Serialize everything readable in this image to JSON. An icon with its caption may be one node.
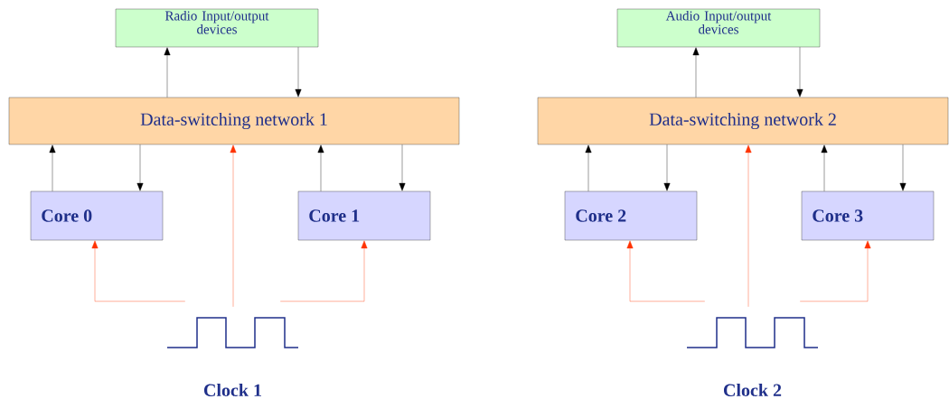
{
  "diagram": {
    "nodes": [
      {
        "text": [
          "Radio Input/output devices"
        ]
      },
      {
        "text": [
          "Data-switching network 1"
        ]
      },
      {
        "text": [
          "Core 0"
        ]
      },
      {
        "text": [
          "Core 1"
        ]
      },
      {
        "text": [],
        "shape": "picture",
        "beside": [
          "Clock 1"
        ]
      },
      {
        "text": [
          "Audio Input/output devices"
        ]
      },
      {
        "text": [
          "Data-switching network 2"
        ]
      },
      {
        "text": [
          "Core 2"
        ]
      },
      {
        "text": [
          "Core 3"
        ]
      },
      {
        "text": [],
        "shape": "picture",
        "beside": [
          "Clock 2"
        ]
      }
    ],
    "edges": [
      {
        "from": 1,
        "to": 0,
        "arrow": "to"
      },
      {
        "from": 0,
        "to": 1,
        "arrow": "to"
      },
      {
        "from": 2,
        "to": 1,
        "arrow": "to"
      },
      {
        "from": 1,
        "to": 2,
        "arrow": "to"
      },
      {
        "from": 3,
        "to": 1,
        "arrow": "to"
      },
      {
        "from": 1,
        "to": 3,
        "arrow": "to"
      },
      {
        "from": 4,
        "to": 1,
        "arrow": "to",
        "color": "#ff3300"
      },
      {
        "from": 4,
        "to": 2,
        "arrow": "to",
        "color": "#ff3300"
      },
      {
        "from": 4,
        "to": 3,
        "arrow": "to",
        "color": "#ff3300"
      },
      {
        "from": 6,
        "to": 5,
        "arrow": "to"
      },
      {
        "from": 5,
        "to": 6,
        "arrow": "to"
      },
      {
        "from": 7,
        "to": 6,
        "arrow": "to"
      },
      {
        "from": 6,
        "to": 7,
        "arrow": "to"
      },
      {
        "from": 8,
        "to": 6,
        "arrow": "to"
      },
      {
        "from": 6,
        "to": 8,
        "arrow": "to"
      },
      {
        "from": 9,
        "to": 6,
        "arrow": "to",
        "color": "#ff3300"
      },
      {
        "from": 9,
        "to": 7,
        "arrow": "to",
        "color": "#ff3300"
      },
      {
        "from": 9,
        "to": 8,
        "arrow": "to",
        "color": "#ff3300"
      }
    ]
  }
}
